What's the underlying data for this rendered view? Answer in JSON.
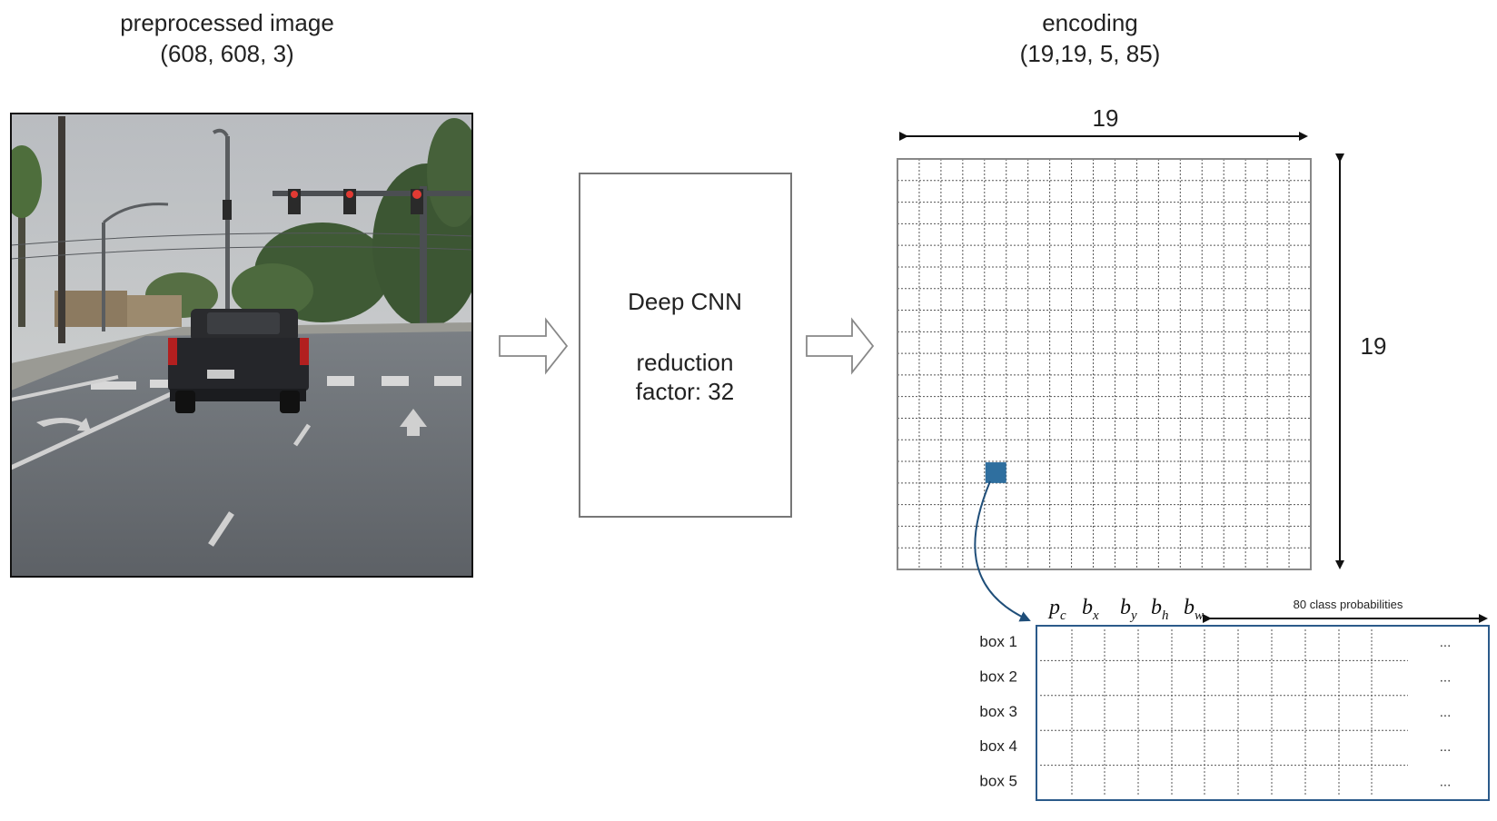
{
  "input": {
    "title": "preprocessed image",
    "shape": "(608, 608, 3)"
  },
  "cnn": {
    "line1": "Deep CNN",
    "line2": "reduction",
    "line3": "factor: 32"
  },
  "encoding": {
    "title": "encoding",
    "shape": "(19,19, 5, 85)",
    "width_label": "19",
    "height_label": "19",
    "grid_cells": 19,
    "highlight_color": "#2f6f9f"
  },
  "vector": {
    "symbols": [
      {
        "base": "p",
        "sub": "c"
      },
      {
        "base": "b",
        "sub": "x"
      },
      {
        "base": "b",
        "sub": "y"
      },
      {
        "base": "b",
        "sub": "h"
      },
      {
        "base": "b",
        "sub": "w"
      }
    ],
    "class_label": "80 class probabilities",
    "box_labels": [
      "box 1",
      "box 2",
      "box 3",
      "box 4",
      "box 5"
    ],
    "ellipsis": "...",
    "border_color": "#2b5a8a"
  }
}
